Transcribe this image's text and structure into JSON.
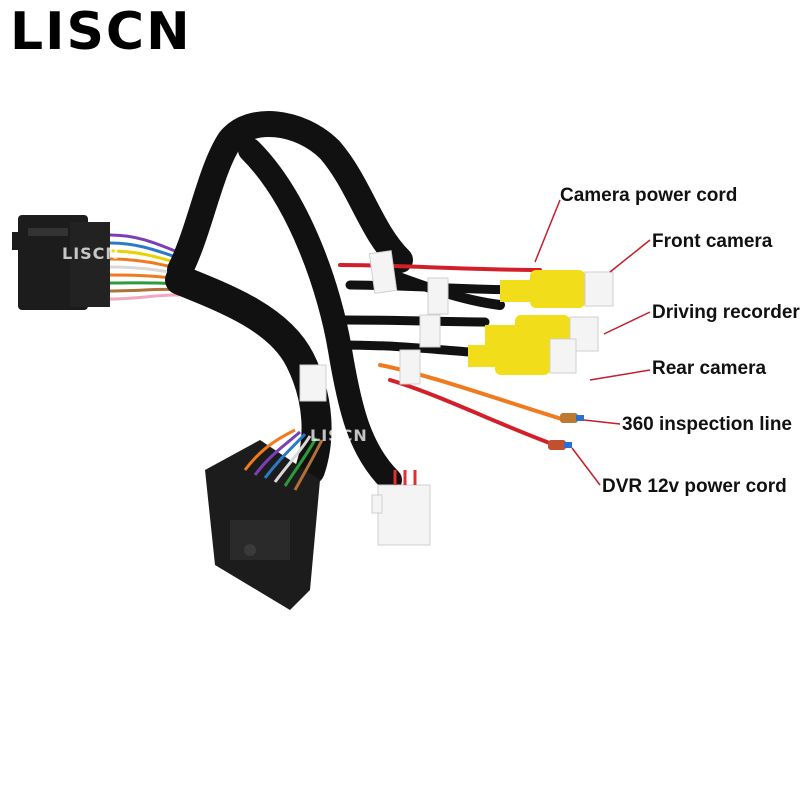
{
  "brand": {
    "logo_text": "LISCN"
  },
  "watermarks": [
    "LISCN",
    "LISCN",
    "LISCN"
  ],
  "callouts": {
    "camera_power_cord": "Camera power cord",
    "front_camera": "Front camera",
    "driving_recorder": "Driving recorder",
    "rear_camera": "Rear camera",
    "inspection_line": "360 inspection line",
    "dvr_power_cord": "DVR 12v power cord"
  },
  "colors": {
    "background": "#ffffff",
    "sleeve": "#111111",
    "connector_body": "#1c1c1c",
    "rca_plug": "#f2dd1a",
    "leader_line": "#c61c2c",
    "orange_wire": "#f07a1e",
    "red_wire": "#d21f2a"
  }
}
